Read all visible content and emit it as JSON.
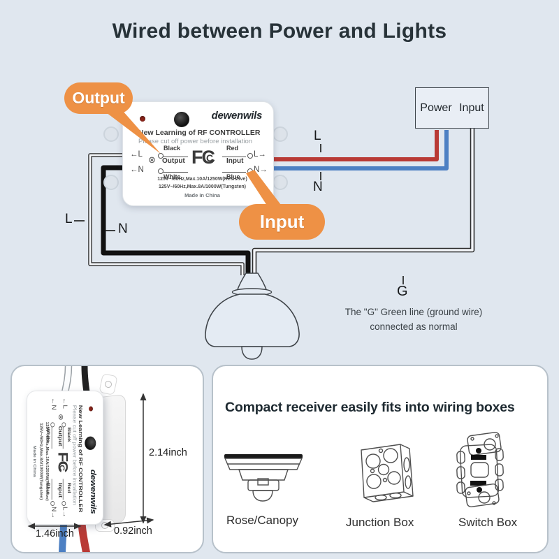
{
  "title": "Wired between Power and Lights",
  "colors": {
    "accent_orange": "#ee9145",
    "wire_red": "#b93a35",
    "wire_blue": "#4d80c3"
  },
  "callouts": {
    "output": "Output",
    "input": "Input"
  },
  "power_box": {
    "label": "Power Input"
  },
  "wire_labels": {
    "left_l": "L",
    "left_n": "N",
    "right_l": "L",
    "right_n": "N",
    "ground": "G"
  },
  "ground_note": {
    "line1": "The \"G\" Green line (ground wire)",
    "line2": "connected as normal"
  },
  "controller": {
    "brand": "dewenwils",
    "title": "New Learning of RF CONTROLLER",
    "subtitle": "Please cut off power before installation",
    "terminals": {
      "left": {
        "l_arrow": "←L",
        "black": "Black",
        "output_sym": "⊗",
        "output": "Output",
        "n_arrow": "←N",
        "white": "White"
      },
      "right": {
        "red": "Red",
        "l_arrow": "L→",
        "input": "Input",
        "blue": "Blue",
        "n_arrow": "N→"
      }
    },
    "fcc": "FC",
    "fcc_inner": "C",
    "rating1": "125V~/60Hz,Max.10A/1250W(Resistive)",
    "rating2": "125V~/60Hz,Max.8A/1000W(Tungsten)",
    "origin": "Made in China"
  },
  "receiver_panel": {
    "dim_height": "2.14inch",
    "dim_width": "1.46inch",
    "dim_depth": "0.92inch"
  },
  "wiring_panel": {
    "heading": "Compact receiver easily fits into wiring boxes",
    "items": [
      {
        "label": "Rose/Canopy"
      },
      {
        "label": "Junction Box"
      },
      {
        "label": "Switch Box"
      }
    ]
  }
}
